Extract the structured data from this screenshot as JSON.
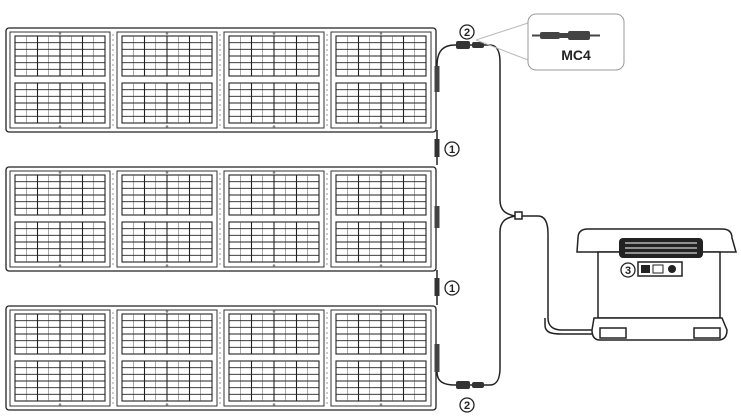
{
  "diagram": {
    "callouts": {
      "series_link": "1",
      "connector_pair": "2",
      "input_port": "3"
    },
    "mc4_label": "MC4"
  }
}
